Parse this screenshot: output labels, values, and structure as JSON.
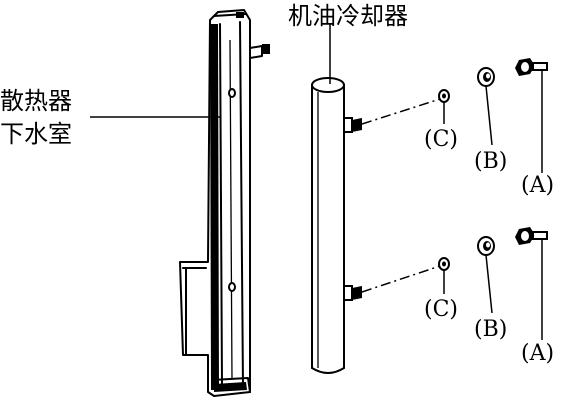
{
  "labels": {
    "oil_cooler": "机油冷却器",
    "radiator_line1": "散热器",
    "radiator_line2": "下水室",
    "part_c_top": "(C)",
    "part_b_top": "(B)",
    "part_a_top": "(A)",
    "part_c_bottom": "(C)",
    "part_b_bottom": "(B)",
    "part_a_bottom": "(A)"
  },
  "colors": {
    "line": "#000000",
    "background": "#ffffff",
    "shade": "#000000"
  }
}
